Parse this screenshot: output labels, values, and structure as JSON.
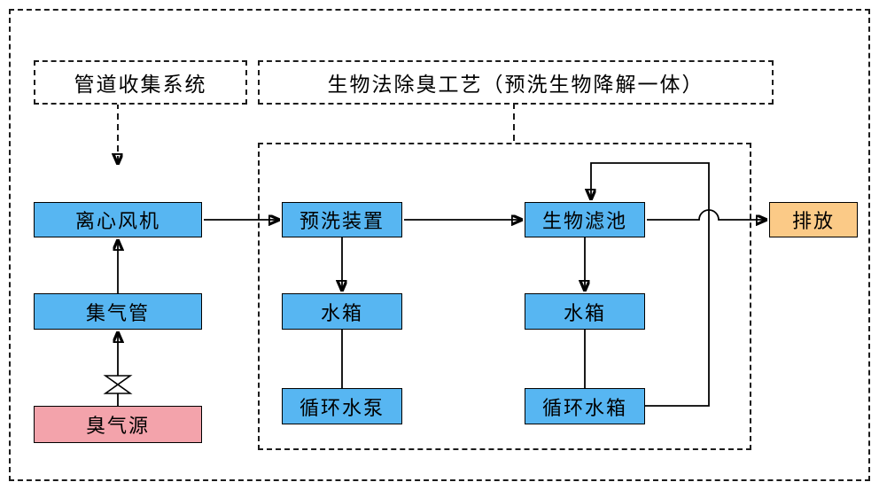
{
  "diagram": {
    "group_labels": {
      "pipe_collection": "管道收集系统",
      "bio_process": "生物法除臭工艺（预洗生物降解一体）"
    },
    "nodes": {
      "centrifugal_fan": "离心风机",
      "gas_collection_pipe": "集气管",
      "odor_source": "臭气源",
      "prewash_unit": "预洗装置",
      "prewash_water_tank": "水箱",
      "circulating_pump": "循环水泵",
      "biofilter": "生物滤池",
      "biofilter_water_tank": "水箱",
      "circulating_water_tank": "循环水箱",
      "discharge": "排放"
    },
    "colors": {
      "process_fill": "#57b6f2",
      "source_fill": "#f3a3ab",
      "discharge_fill": "#fbca87",
      "stroke": "#000000",
      "background": "#ffffff"
    },
    "symbols": {
      "valve": "butterfly-valve"
    }
  }
}
